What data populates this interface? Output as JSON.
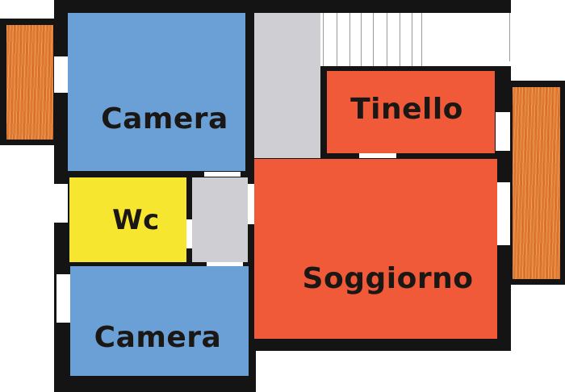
{
  "floor_plan": {
    "title": "",
    "colors": {
      "wall": "#141414",
      "bedroom": "#6aa0d6",
      "living": "#f05a38",
      "bathroom": "#f7e630",
      "circulation": "#cfcfd3",
      "balcony": "#e07a30",
      "background": "#ffffff"
    },
    "rooms": [
      {
        "id": "camera-1",
        "label": "Camera",
        "type": "bedroom"
      },
      {
        "id": "wc",
        "label": "Wc",
        "type": "bathroom"
      },
      {
        "id": "camera-2",
        "label": "Camera",
        "type": "bedroom"
      },
      {
        "id": "tinello",
        "label": "Tinello",
        "type": "living"
      },
      {
        "id": "soggiorno",
        "label": "Soggiorno",
        "type": "living"
      },
      {
        "id": "corridor",
        "label": "",
        "type": "circulation"
      },
      {
        "id": "hall",
        "label": "",
        "type": "circulation"
      },
      {
        "id": "stairs",
        "label": "",
        "type": "stairs",
        "steps": 9
      },
      {
        "id": "balcony-left",
        "label": "",
        "type": "balcony"
      },
      {
        "id": "balcony-right",
        "label": "",
        "type": "balcony"
      }
    ]
  }
}
